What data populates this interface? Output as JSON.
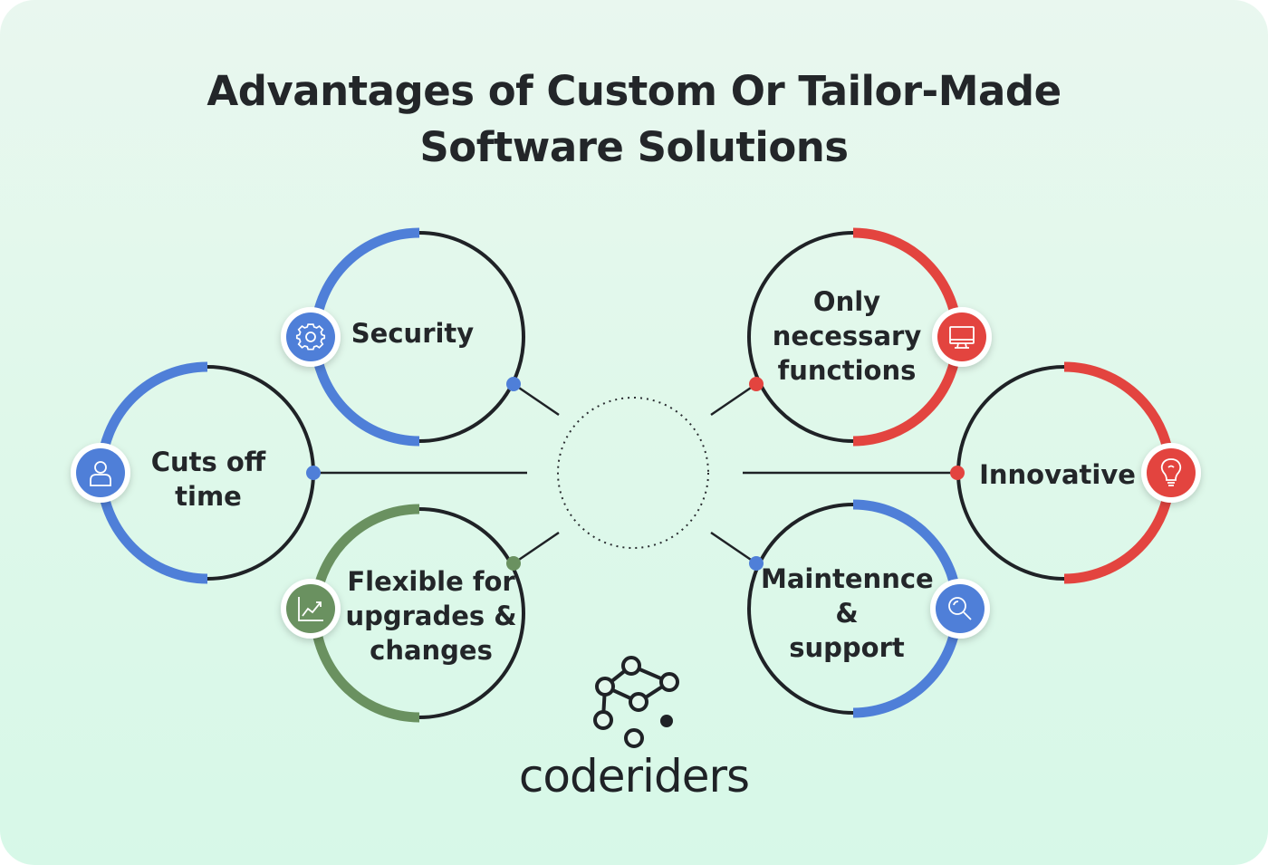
{
  "title": {
    "line1": "Advantages of Custom Or Tailor-Made",
    "line2": "Software Solutions"
  },
  "colors": {
    "background": "#e3f7ec",
    "blue": "#4f7fd8",
    "red": "#e3443f",
    "green": "#6a9160",
    "ring": "#1f2226",
    "text": "#232629"
  },
  "items": [
    {
      "id": "security",
      "label": "Security",
      "icon": "gear-icon",
      "color": "blue"
    },
    {
      "id": "cuts-off-time",
      "label_line1": "Cuts off",
      "label_line2": "time",
      "icon": "user-icon",
      "color": "blue"
    },
    {
      "id": "flexible",
      "label_line1": "Flexible for",
      "label_line2": "upgrades &",
      "label_line3": "changes",
      "icon": "chart-trend-icon",
      "color": "green"
    },
    {
      "id": "only-necessary",
      "label_line1": "Only",
      "label_line2": "necessary",
      "label_line3": "functions",
      "icon": "monitor-icon",
      "color": "red"
    },
    {
      "id": "innovative",
      "label": "Innovative",
      "icon": "lightbulb-icon",
      "color": "red"
    },
    {
      "id": "maintenance",
      "label_line1": "Maintennce",
      "label_line2": "&",
      "label_line3": "support",
      "icon": "magnifier-icon",
      "color": "blue"
    }
  ],
  "brand": {
    "name": "coderiders",
    "logo": "molecule-network-icon"
  }
}
